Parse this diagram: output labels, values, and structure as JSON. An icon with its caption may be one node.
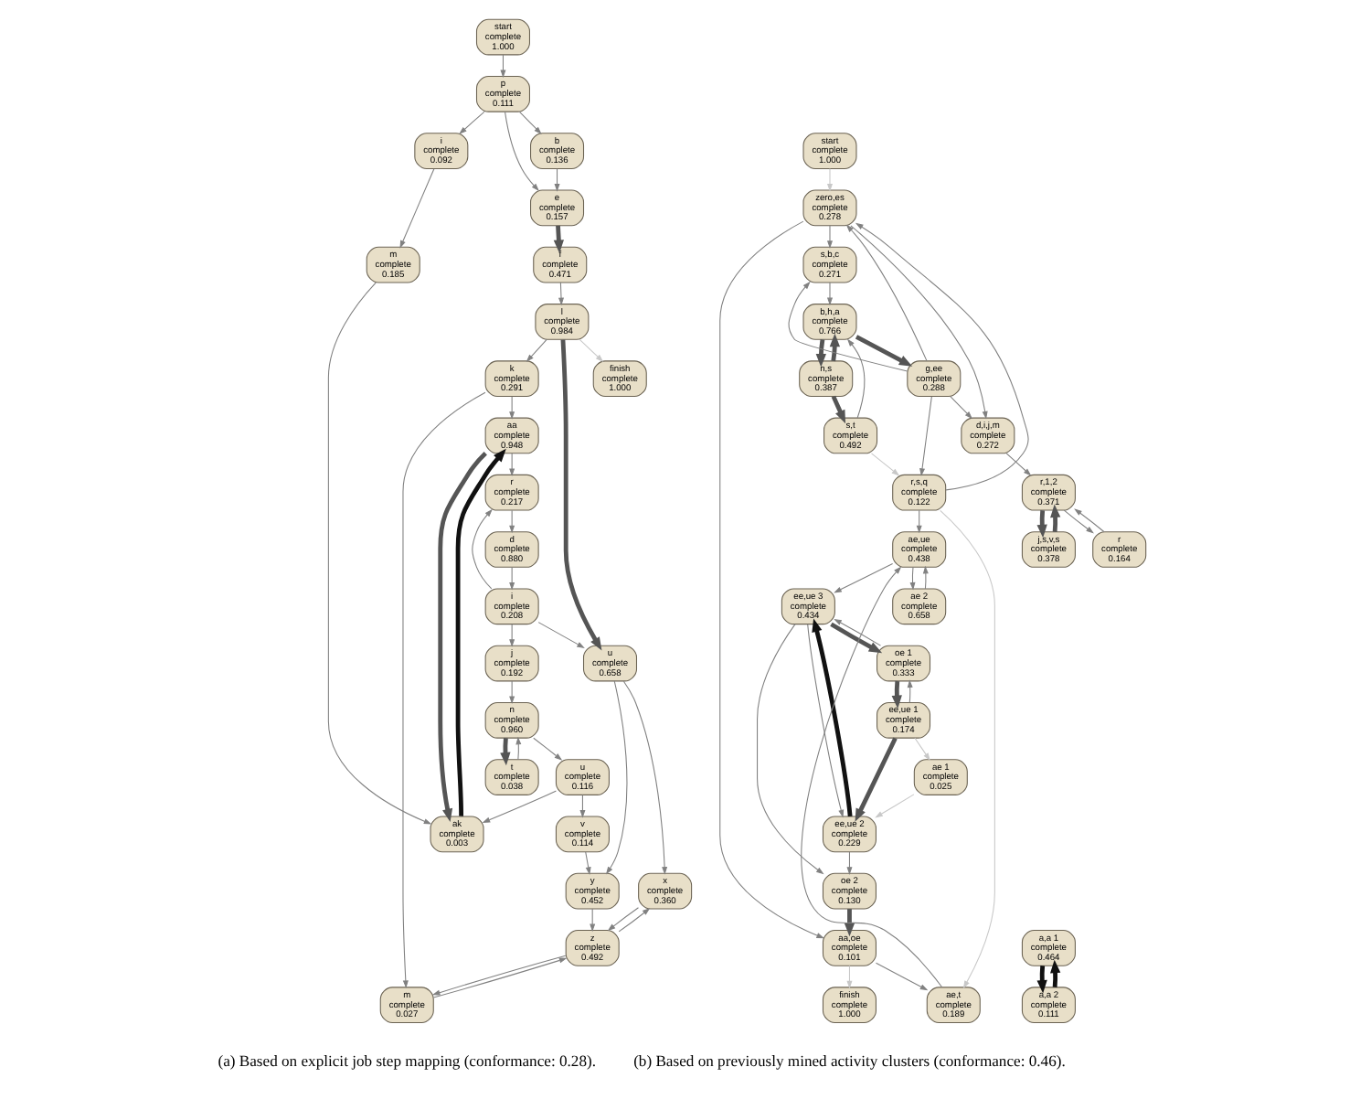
{
  "diagram": {
    "nodes": [
      {
        "text": [
          "start",
          "complete",
          "1.000"
        ]
      },
      {
        "text": [
          "p",
          "complete",
          "0.111"
        ]
      },
      {
        "text": [
          "b",
          "complete",
          "0.136"
        ]
      },
      {
        "text": [
          "e",
          "complete",
          "0.157"
        ]
      },
      {
        "text": [
          "f",
          "complete",
          "0.471"
        ]
      },
      {
        "text": [
          "l",
          "complete",
          "0.984"
        ]
      },
      {
        "text": [
          "k",
          "complete",
          "0.291"
        ]
      },
      {
        "text": [
          "finish",
          "complete",
          "1.000"
        ]
      },
      {
        "text": [
          "i",
          "complete",
          "0.092"
        ]
      },
      {
        "text": [
          "m",
          "complete",
          "0.185"
        ]
      },
      {
        "text": [
          "aa",
          "complete",
          "0.948"
        ]
      },
      {
        "text": [
          "r",
          "complete",
          "0.217"
        ]
      },
      {
        "text": [
          "d",
          "complete",
          "0.880"
        ]
      },
      {
        "text": [
          "i",
          "complete",
          "0.208"
        ]
      },
      {
        "text": [
          "j",
          "complete",
          "0.192"
        ]
      },
      {
        "text": [
          "u",
          "complete",
          "0.658"
        ]
      },
      {
        "text": [
          "n",
          "complete",
          "0.960"
        ]
      },
      {
        "text": [
          "t",
          "complete",
          "0.038"
        ]
      },
      {
        "text": [
          "u",
          "complete",
          "0.116"
        ]
      },
      {
        "text": [
          "v",
          "complete",
          "0.114"
        ]
      },
      {
        "text": [
          "ak",
          "complete",
          "0.003"
        ]
      },
      {
        "text": [
          "x",
          "complete",
          "0.360"
        ]
      },
      {
        "text": [
          "y",
          "complete",
          "0.452"
        ]
      },
      {
        "text": [
          "z",
          "complete",
          "0.492"
        ]
      },
      {
        "text": [
          "m",
          "complete",
          "0.027"
        ]
      },
      {
        "text": [
          "start",
          "complete",
          "1.000"
        ]
      },
      {
        "text": [
          "a,a 1",
          "complete",
          "0.464"
        ]
      },
      {
        "text": [
          "a,a 2",
          "complete",
          "0.111"
        ]
      },
      {
        "text": [
          "zero,es",
          "complete",
          "0.278"
        ]
      },
      {
        "text": [
          "s,b,c",
          "complete",
          "0.271"
        ]
      },
      {
        "text": [
          "b,h,a",
          "complete",
          "0.766"
        ]
      },
      {
        "text": [
          "n,s",
          "complete",
          "0.387"
        ]
      },
      {
        "text": [
          "g,ee",
          "complete",
          "0.288"
        ]
      },
      {
        "text": [
          "s,t",
          "complete",
          "0.492"
        ]
      },
      {
        "text": [
          "d,i,j,m",
          "complete",
          "0.272"
        ]
      },
      {
        "text": [
          "r,s,q",
          "complete",
          "0.122"
        ]
      },
      {
        "text": [
          "r,1,2",
          "complete",
          "0.371"
        ]
      },
      {
        "text": [
          "r",
          "complete",
          "0.164"
        ]
      },
      {
        "text": [
          "j,s,v,s",
          "complete",
          "0.378"
        ]
      },
      {
        "text": [
          "ae,ue",
          "complete",
          "0.438"
        ]
      },
      {
        "text": [
          "ae 2",
          "complete",
          "0.658"
        ]
      },
      {
        "text": [
          "ee,ue 3",
          "complete",
          "0.434"
        ]
      },
      {
        "text": [
          "oe 1",
          "complete",
          "0.333"
        ]
      },
      {
        "text": [
          "ee,ue 1",
          "complete",
          "0.174"
        ]
      },
      {
        "text": [
          "ae 1",
          "complete",
          "0.025"
        ]
      },
      {
        "text": [
          "ee,ue 2",
          "complete",
          "0.229"
        ]
      },
      {
        "text": [
          "oe 2",
          "complete",
          "0.130"
        ]
      },
      {
        "text": [
          "aa,oe",
          "complete",
          "0.101"
        ]
      },
      {
        "text": [
          "finish",
          "complete",
          "1.000"
        ]
      },
      {
        "text": [
          "ae,t",
          "complete",
          "0.189"
        ]
      }
    ],
    "edges": [
      {
        "from": 0,
        "to": 1,
        "arrow": "to"
      },
      {
        "from": 1,
        "to": 2,
        "arrow": "to"
      },
      {
        "from": 1,
        "to": 3,
        "arrow": "to"
      },
      {
        "from": 1,
        "to": 8,
        "arrow": "to"
      },
      {
        "from": 2,
        "to": 3,
        "arrow": "to"
      },
      {
        "from": 3,
        "to": 4,
        "arrow": "to",
        "style": "thick"
      },
      {
        "from": 4,
        "to": 5,
        "arrow": "to"
      },
      {
        "from": 5,
        "to": 6,
        "arrow": "to"
      },
      {
        "from": 5,
        "to": 7,
        "arrow": "to",
        "color": "#c8c8c8"
      },
      {
        "from": 5,
        "to": 15,
        "arrow": "to",
        "style": "thick"
      },
      {
        "from": 6,
        "to": 10,
        "arrow": "to"
      },
      {
        "from": 8,
        "to": 9,
        "arrow": "to"
      },
      {
        "from": 9,
        "to": 20,
        "arrow": "to"
      },
      {
        "from": 10,
        "to": 11,
        "arrow": "to"
      },
      {
        "from": 10,
        "to": 20,
        "arrow": "to",
        "style": "thick"
      },
      {
        "from": 20,
        "to": 10,
        "arrow": "to",
        "style": "thick",
        "color": "#111111"
      },
      {
        "from": 11,
        "to": 12,
        "arrow": "to"
      },
      {
        "from": 12,
        "to": 13,
        "arrow": "to"
      },
      {
        "from": 13,
        "to": 11,
        "arrow": "to"
      },
      {
        "from": 13,
        "to": 15,
        "arrow": "to"
      },
      {
        "from": 13,
        "to": 14,
        "arrow": "to"
      },
      {
        "from": 14,
        "to": 16,
        "arrow": "to"
      },
      {
        "from": 16,
        "to": 17,
        "arrow": "to",
        "style": "thick"
      },
      {
        "from": 17,
        "to": 16,
        "arrow": "to"
      },
      {
        "from": 16,
        "to": 18,
        "arrow": "to"
      },
      {
        "from": 18,
        "to": 19,
        "arrow": "to"
      },
      {
        "from": 18,
        "to": 20,
        "arrow": "to"
      },
      {
        "from": 15,
        "to": 21,
        "arrow": "to"
      },
      {
        "from": 15,
        "to": 22,
        "arrow": "to"
      },
      {
        "from": 19,
        "to": 22,
        "arrow": "to"
      },
      {
        "from": 21,
        "to": 23,
        "arrow": "to"
      },
      {
        "from": 23,
        "to": 21,
        "arrow": "to"
      },
      {
        "from": 22,
        "to": 23,
        "arrow": "to"
      },
      {
        "from": 23,
        "to": 24,
        "arrow": "to"
      },
      {
        "from": 24,
        "to": 23,
        "arrow": "to"
      },
      {
        "from": 6,
        "to": 24,
        "arrow": "to"
      },
      {
        "from": 25,
        "to": 28,
        "arrow": "to",
        "color": "#c8c8c8"
      },
      {
        "from": 26,
        "to": 27,
        "arrow": "to",
        "style": "thick",
        "color": "#111111"
      },
      {
        "from": 27,
        "to": 26,
        "arrow": "to",
        "style": "thick",
        "color": "#111111"
      },
      {
        "from": 28,
        "to": 29,
        "arrow": "to"
      },
      {
        "from": 28,
        "to": 34,
        "arrow": "to"
      },
      {
        "from": 32,
        "to": 28,
        "arrow": "to"
      },
      {
        "from": 29,
        "to": 30,
        "arrow": "to"
      },
      {
        "from": 32,
        "to": 29,
        "arrow": "to"
      },
      {
        "from": 30,
        "to": 31,
        "arrow": "to",
        "style": "thick"
      },
      {
        "from": 31,
        "to": 30,
        "arrow": "to",
        "style": "thick"
      },
      {
        "from": 30,
        "to": 32,
        "arrow": "to",
        "style": "thick"
      },
      {
        "from": 33,
        "to": 30,
        "arrow": "to"
      },
      {
        "from": 31,
        "to": 33,
        "arrow": "to",
        "style": "thick"
      },
      {
        "from": 33,
        "to": 35,
        "arrow": "to",
        "color": "#c8c8c8"
      },
      {
        "from": 32,
        "to": 35,
        "arrow": "to"
      },
      {
        "from": 32,
        "to": 34,
        "arrow": "to"
      },
      {
        "from": 35,
        "to": 39,
        "arrow": "to"
      },
      {
        "from": 35,
        "to": 28,
        "arrow": "to"
      },
      {
        "from": 35,
        "to": 49,
        "arrow": "to",
        "color": "#c8c8c8"
      },
      {
        "from": 34,
        "to": 36,
        "arrow": "to"
      },
      {
        "from": 36,
        "to": 37,
        "arrow": "to"
      },
      {
        "from": 37,
        "to": 36,
        "arrow": "to"
      },
      {
        "from": 36,
        "to": 38,
        "arrow": "to",
        "style": "thick"
      },
      {
        "from": 38,
        "to": 36,
        "arrow": "to",
        "style": "thick"
      },
      {
        "from": 39,
        "to": 40,
        "arrow": "to"
      },
      {
        "from": 40,
        "to": 39,
        "arrow": "to"
      },
      {
        "from": 39,
        "to": 41,
        "arrow": "to"
      },
      {
        "from": 41,
        "to": 42,
        "arrow": "to",
        "style": "thick"
      },
      {
        "from": 42,
        "to": 41,
        "arrow": "to"
      },
      {
        "from": 42,
        "to": 43,
        "arrow": "to",
        "style": "thick"
      },
      {
        "from": 43,
        "to": 42,
        "arrow": "to"
      },
      {
        "from": 43,
        "to": 44,
        "arrow": "to",
        "color": "#c8c8c8"
      },
      {
        "from": 43,
        "to": 45,
        "arrow": "to",
        "style": "thick"
      },
      {
        "from": 41,
        "to": 45,
        "arrow": "to"
      },
      {
        "from": 45,
        "to": 41,
        "arrow": "to",
        "style": "thick",
        "color": "#111111"
      },
      {
        "from": 44,
        "to": 45,
        "arrow": "to",
        "color": "#c8c8c8"
      },
      {
        "from": 41,
        "to": 46,
        "arrow": "to"
      },
      {
        "from": 45,
        "to": 46,
        "arrow": "to"
      },
      {
        "from": 46,
        "to": 47,
        "arrow": "to",
        "style": "thick"
      },
      {
        "from": 47,
        "to": 48,
        "arrow": "to",
        "color": "#c8c8c8"
      },
      {
        "from": 47,
        "to": 49,
        "arrow": "to"
      },
      {
        "from": 49,
        "to": 39,
        "arrow": "to"
      },
      {
        "from": 28,
        "to": 47,
        "arrow": "to"
      }
    ],
    "labels": [
      "(a) Based on explicit job step mapping (conformance: 0.28).",
      "(b) Based on previously mined activity clusters (conformance: 0.46)."
    ]
  }
}
